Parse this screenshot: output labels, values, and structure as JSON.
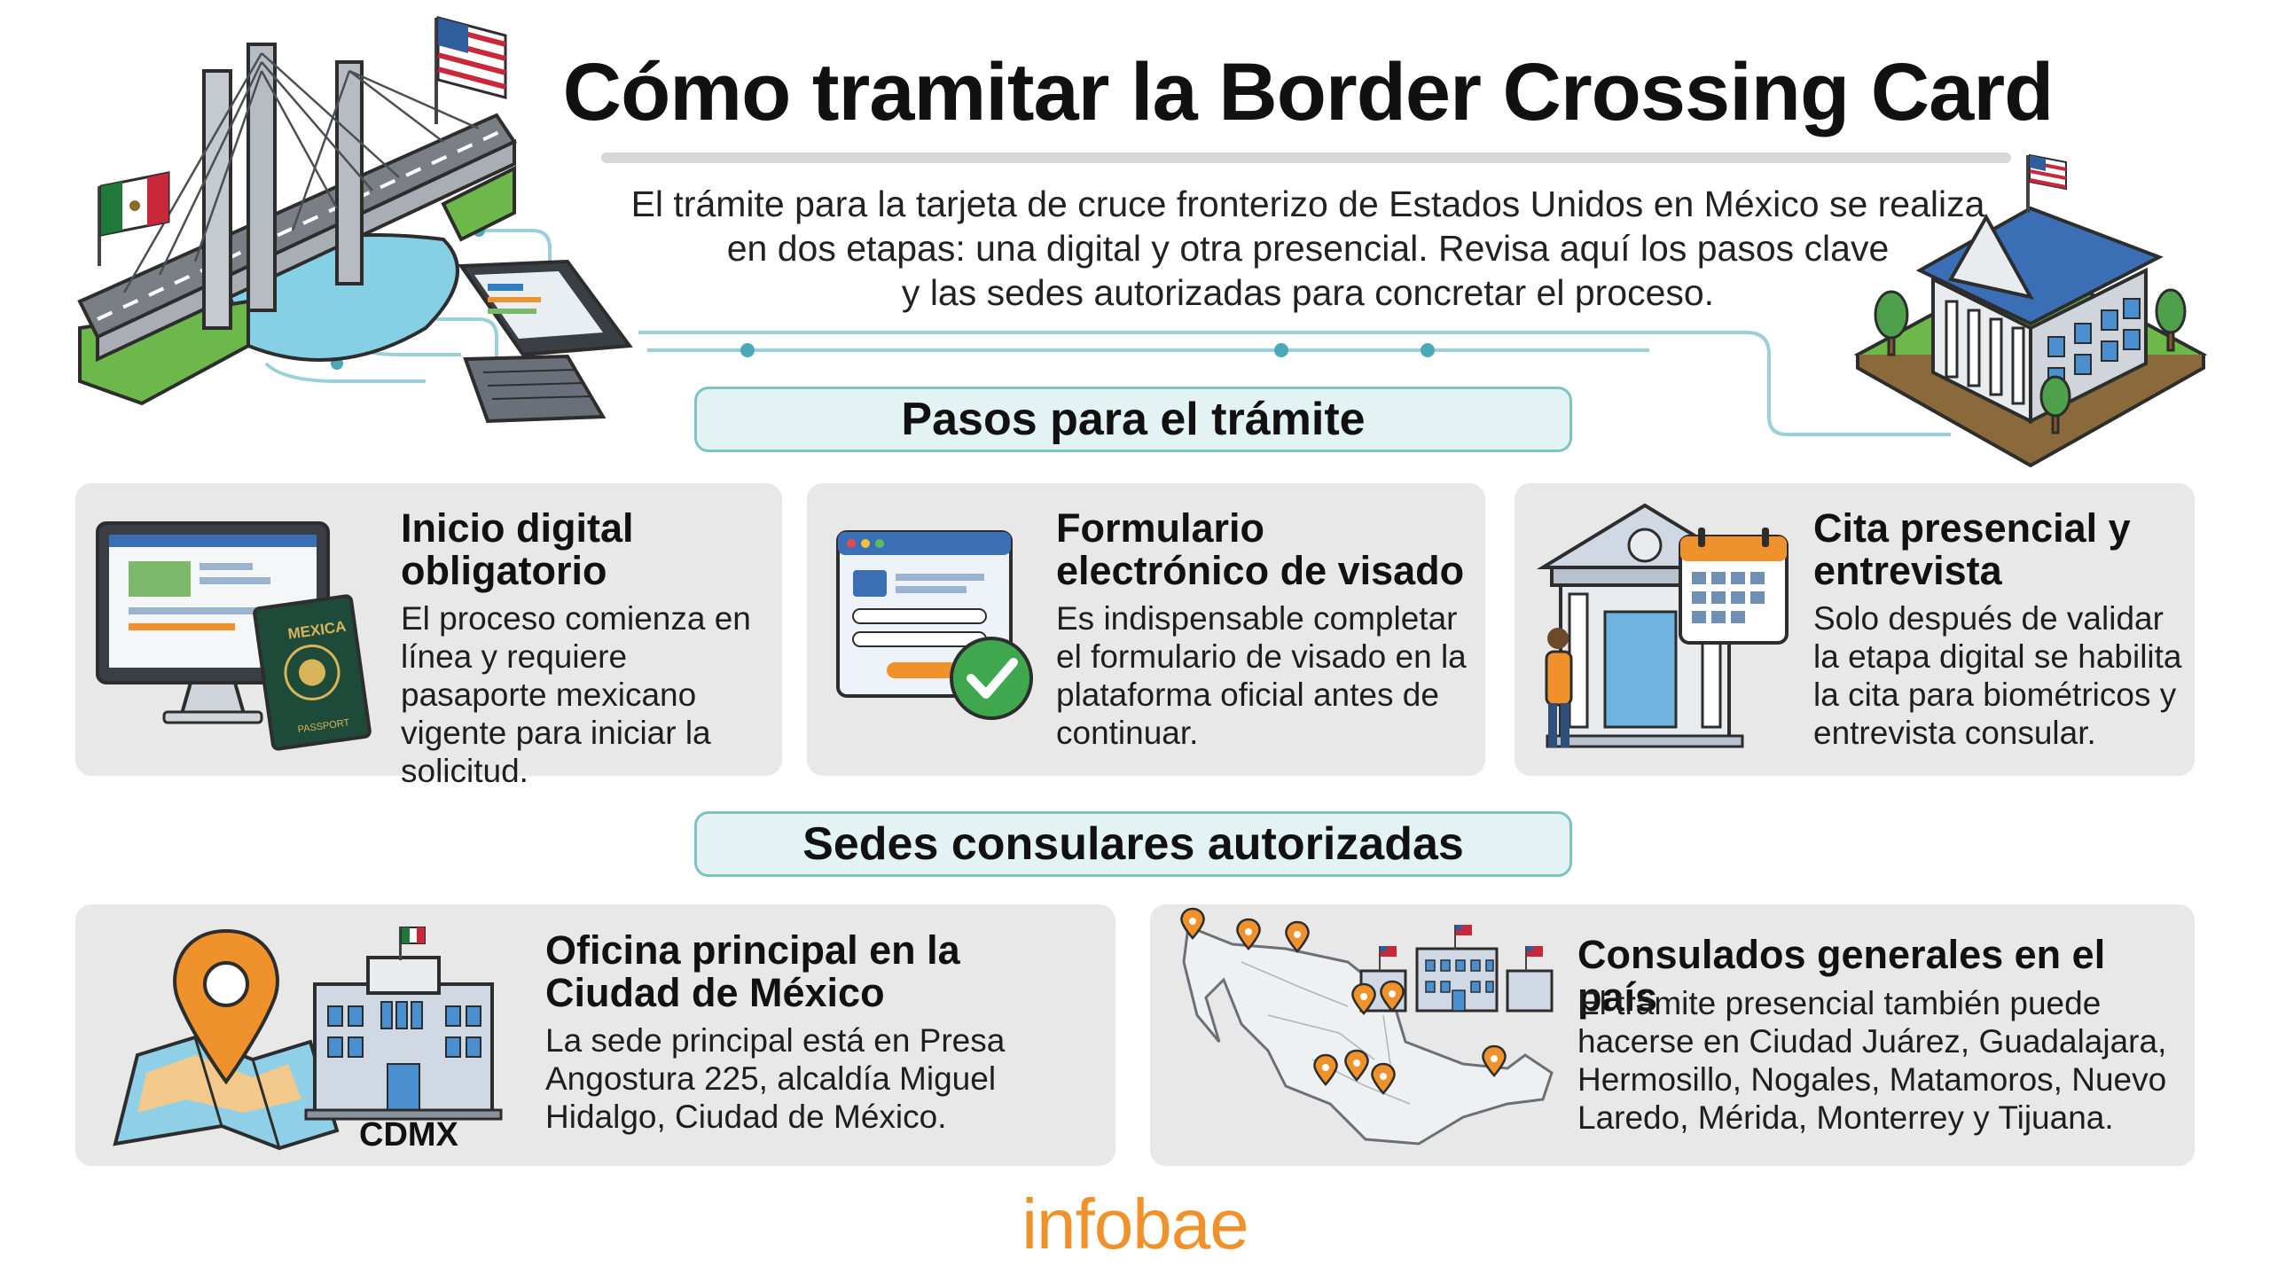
{
  "header": {
    "title": "Cómo tramitar la Border Crossing Card",
    "intro_lines": [
      "El trámite para la tarjeta de cruce fronterizo de Estados Unidos en México se realiza",
      "en dos etapas: una digital y otra presencial. Revisa aquí los pasos clave",
      "y las sedes autorizadas para concretar el proceso."
    ]
  },
  "sections": {
    "steps_label": "Pasos para el trámite",
    "sites_label": "Sedes consulares autorizadas"
  },
  "steps": [
    {
      "title": "Inicio digital obligatorio",
      "body": "El proceso comienza en línea y requiere pasaporte mexicano vigente para iniciar la solicitud.",
      "icon": "computer-passport-icon",
      "passport_label": "MEXICA",
      "passport_footer": "PASSPORT"
    },
    {
      "title": "Formulario electrónico de visado",
      "body": "Es indispensable completar el formulario de visado en la plataforma oficial antes de continuar.",
      "icon": "online-form-check-icon"
    },
    {
      "title": "Cita presencial y entrevista",
      "body": "Solo después de validar la etapa digital se habilita la cita para biométricos y entrevista consular.",
      "icon": "consulate-calendar-icon"
    }
  ],
  "sites": [
    {
      "title": "Oficina principal en la Ciudad de México",
      "body": "La sede principal está en Presa Angostura 225, alcaldía Miguel Hidalgo, Ciudad de México.",
      "icon": "map-pin-building-icon",
      "badge": "CDMX"
    },
    {
      "title": "Consulados generales en el país",
      "body": "El trámite presencial también puede hacerse en Ciudad Juárez, Guadalajara, Hermosillo, Nogales, Matamoros, Nuevo Laredo, Mérida, Monterrey y Tijuana.",
      "icon": "mexico-map-pins-icon"
    }
  ],
  "footer": {
    "brand": "infobae"
  },
  "colors": {
    "accent_orange": "#f0922b",
    "teal": "#7cc3c3",
    "pill_bg": "#e3f2f2",
    "card_bg": "#e8e8e8",
    "us_blue": "#2f5d9e",
    "mx_green": "#1f7a3a"
  },
  "illustrations": {
    "left": "border-bridge-laptop-icon",
    "right": "us-embassy-building-icon"
  }
}
